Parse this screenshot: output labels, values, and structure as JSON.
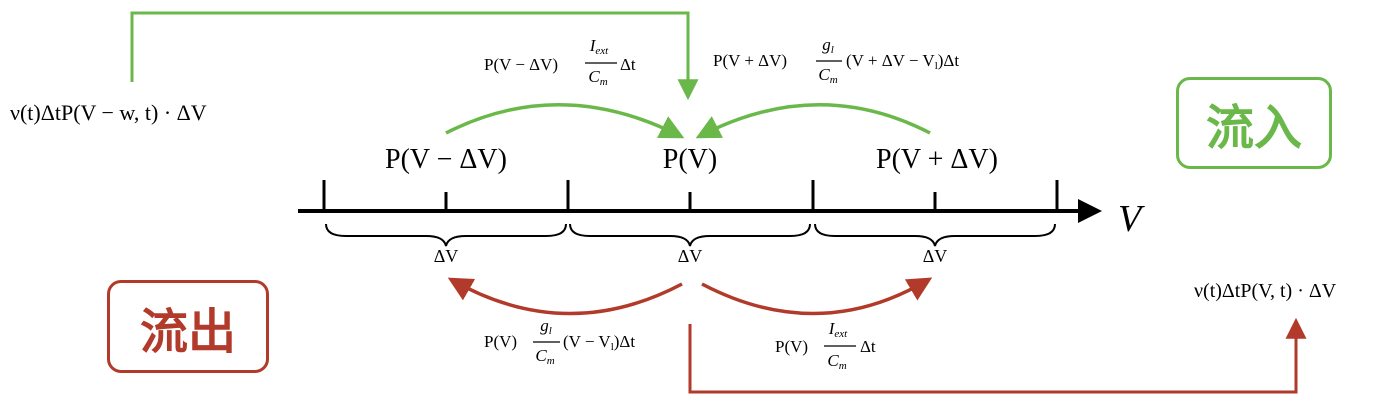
{
  "colors": {
    "inflow": "#6ab849",
    "outflow": "#b23a2a",
    "axis": "#000000"
  },
  "labels": {
    "inflow_box": "流入",
    "outflow_box": "流出",
    "axis_var": "V",
    "bin_left": "P(V − ΔV)",
    "bin_center": "P(V)",
    "bin_right": "P(V + ΔV)",
    "bin_width": "ΔV",
    "reset_in": "ν(t)ΔtP(V − w, t) · ΔV",
    "fire_out": "ν(t)ΔtP(V, t) · ΔV"
  },
  "fluxes": {
    "in_from_left": {
      "prefix": "P(V − ΔV)",
      "num": "I",
      "num_sub": "ext",
      "den": "C",
      "den_sub": "m",
      "suffix": "Δt"
    },
    "in_from_right": {
      "prefix": "P(V + ΔV)",
      "num": "g",
      "num_sub": "l",
      "den": "C",
      "den_sub": "m",
      "suffix": "(V + ΔV − V",
      "suffix_sub": "l",
      "suffix_end": ")Δt"
    },
    "out_to_left": {
      "prefix": "P(V)",
      "num": "g",
      "num_sub": "l",
      "den": "C",
      "den_sub": "m",
      "suffix": "(V − V",
      "suffix_sub": "l",
      "suffix_end": ")Δt"
    },
    "out_to_right": {
      "prefix": "P(V)",
      "num": "I",
      "num_sub": "ext",
      "den": "C",
      "den_sub": "m",
      "suffix": "Δt"
    }
  }
}
